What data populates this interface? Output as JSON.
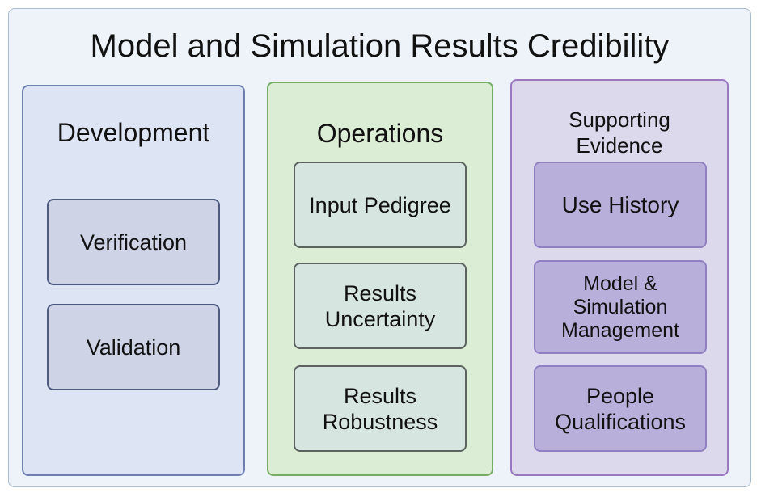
{
  "title": "Model and Simulation Results Credibility",
  "columns": {
    "development": {
      "title": "Development",
      "items": [
        "Verification",
        "Validation"
      ]
    },
    "operations": {
      "title": "Operations",
      "items": [
        "Input Pedigree",
        "Results\nUncertainty",
        "Results\nRobustness"
      ]
    },
    "supporting": {
      "title": "Supporting\nEvidence",
      "items": [
        "Use History",
        "Model &\nSimulation\nManagement",
        "People\nQualifications"
      ]
    }
  },
  "colors": {
    "development_fill": "#dde4f4",
    "development_border": "#6f7fae",
    "operations_fill": "#dcedd6",
    "operations_border": "#76ad63",
    "supporting_fill": "#ddd9ec",
    "supporting_border": "#9a78c0"
  }
}
